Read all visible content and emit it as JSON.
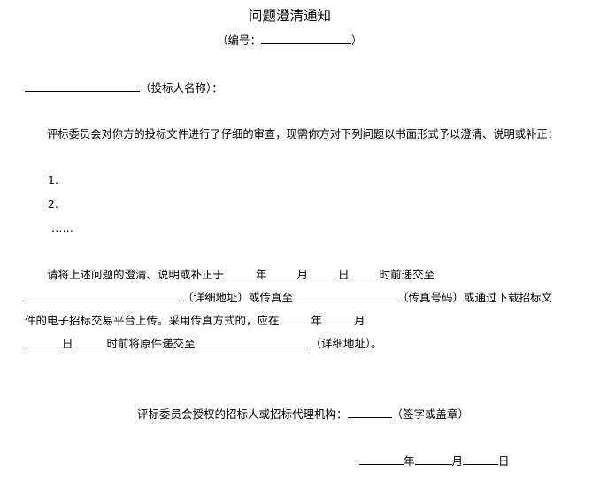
{
  "title": "问题澄清通知",
  "number": {
    "open": "（编号：",
    "close": "）"
  },
  "addressee": {
    "label": "（投标人名称）："
  },
  "intro": "评标委员会对你方的投标文件进行了仔细的审查，现需你方对下列问题以书面形式予以澄清、说明或补正：",
  "items": [
    "1.",
    "2.",
    "……"
  ],
  "body": {
    "p1_a": "请将上述问题的澄清、说明或补正于",
    "year": "年",
    "month": "月",
    "day": "日",
    "p1_b": "时前递交至",
    "detail_addr": "（详细地址）",
    "or_fax": "或传真至",
    "fax_num": "（传真号码）",
    "or_upload": "或通过下载招标文",
    "line3": "件的电子招标交易平台上传。采用传真方式的，应在",
    "p4_b": "时前将原件递交至",
    "detail_addr2": "（详细地址）。"
  },
  "signature": {
    "label": "评标委员会授权的招标人或招标代理机构：",
    "note": "（签字或盖章）"
  },
  "date": {
    "year": "年",
    "month": "月",
    "day": "日"
  }
}
